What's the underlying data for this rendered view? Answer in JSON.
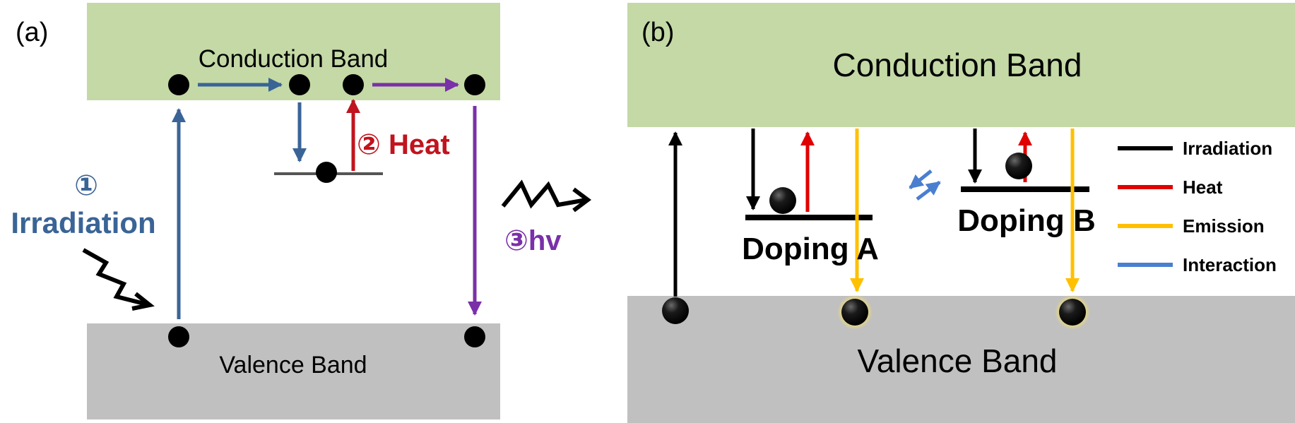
{
  "panel_a": {
    "label": "(a)",
    "conduction_band": "Conduction Band",
    "valence_band": "Valence Band",
    "step1_number": "①",
    "step1_label": "Irradiation",
    "step2_label": "② Heat",
    "step3_label": "③hv"
  },
  "panel_b": {
    "label": "(b)",
    "conduction_band": "Conduction Band",
    "valence_band": "Valence Band",
    "doping_a": "Doping A",
    "doping_b": "Doping B"
  },
  "legend": [
    {
      "label": "Irradiation",
      "color": "#000000"
    },
    {
      "label": "Heat",
      "color": "#e00000"
    },
    {
      "label": "Emission",
      "color": "#ffc000"
    },
    {
      "label": "Interaction",
      "color": "#4a7fd0"
    }
  ],
  "colors": {
    "conduction_band": "#c4d9a6",
    "valence_band": "#c0c0c0",
    "irradiation_a": "#3a6496",
    "heat": "#c0141e",
    "emission_a": "#7a30a8",
    "emission_b": "#ffc000",
    "interaction": "#4a7fd0"
  }
}
